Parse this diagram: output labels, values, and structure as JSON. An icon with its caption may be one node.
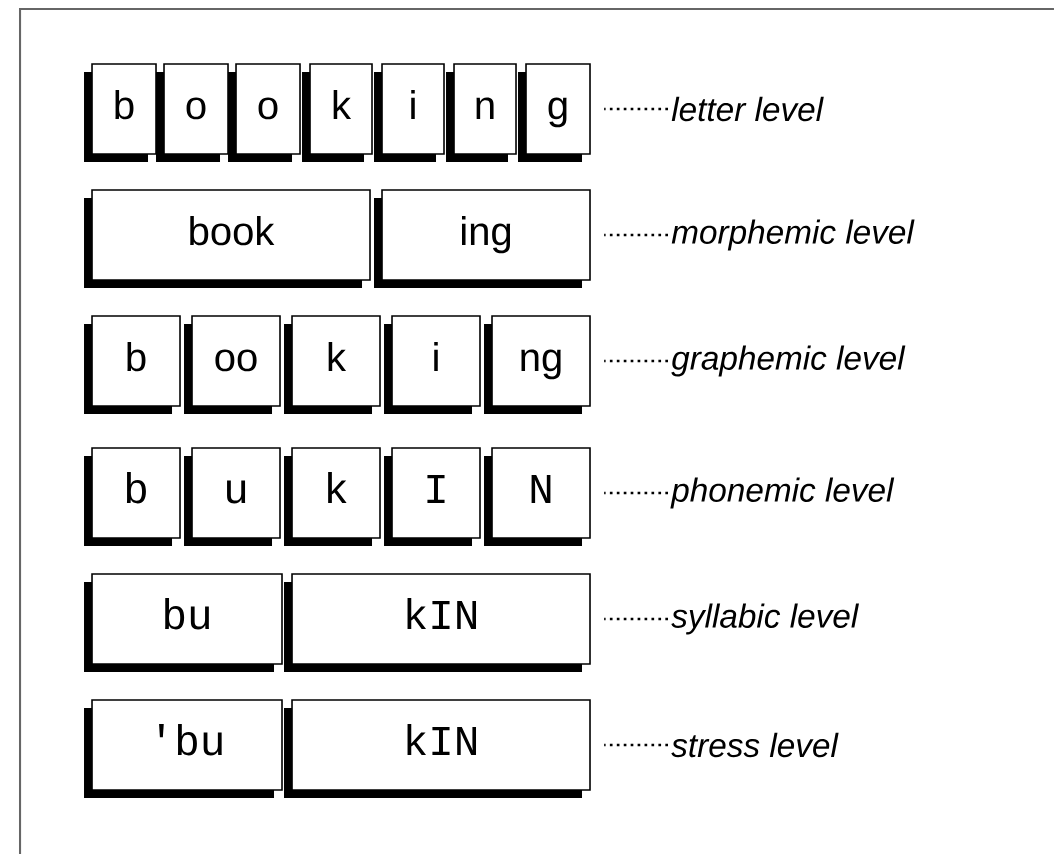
{
  "diagram": {
    "nodes": [
      {
        "text": [
          "b"
        ]
      },
      {
        "text": [
          "o"
        ]
      },
      {
        "text": [
          "o"
        ]
      },
      {
        "text": [
          "k"
        ]
      },
      {
        "text": [
          "i"
        ]
      },
      {
        "text": [
          "n"
        ]
      },
      {
        "text": [
          "g"
        ]
      },
      {
        "text": [
          "book"
        ]
      },
      {
        "text": [
          "ing"
        ]
      },
      {
        "text": [
          "b"
        ]
      },
      {
        "text": [
          "oo"
        ]
      },
      {
        "text": [
          "k"
        ]
      },
      {
        "text": [
          "i"
        ]
      },
      {
        "text": [
          "ng"
        ]
      },
      {
        "text": [
          "b"
        ]
      },
      {
        "text": [
          "u"
        ]
      },
      {
        "text": [
          "k"
        ]
      },
      {
        "text": [
          "I"
        ]
      },
      {
        "text": [
          "N"
        ]
      },
      {
        "text": [
          "bu"
        ]
      },
      {
        "text": [
          "kIN"
        ]
      },
      {
        "text": [
          "'bu"
        ]
      },
      {
        "text": [
          "kIN"
        ]
      },
      {
        "text": [
          "letter level"
        ]
      },
      {
        "text": [
          "morphemic level"
        ]
      },
      {
        "text": [
          "graphemic level"
        ]
      },
      {
        "text": [
          "phonemic level"
        ]
      },
      {
        "text": [
          "syllabic level"
        ]
      },
      {
        "text": [
          "stress level"
        ]
      }
    ],
    "edges": [
      {
        "from": 23,
        "to": 6,
        "arrow": "none",
        "style": "dashed"
      },
      {
        "from": 24,
        "to": 8,
        "arrow": "none",
        "style": "dashed"
      },
      {
        "from": 25,
        "to": 13,
        "arrow": "none",
        "style": "dashed"
      },
      {
        "from": 26,
        "to": 18,
        "arrow": "none",
        "style": "dashed"
      },
      {
        "from": 27,
        "to": 20,
        "arrow": "none",
        "style": "dashed"
      },
      {
        "from": 28,
        "to": 22,
        "arrow": "none",
        "style": "dashed"
      }
    ]
  }
}
